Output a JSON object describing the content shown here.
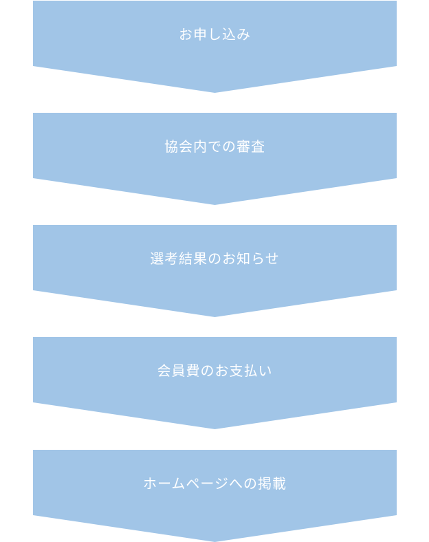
{
  "steps": [
    {
      "label": "お申し込み"
    },
    {
      "label": "協会内での審査"
    },
    {
      "label": "選考結果のお知らせ"
    },
    {
      "label": "会員費のお支払い"
    },
    {
      "label": "ホームページへの掲載"
    }
  ],
  "colors": {
    "arrow_fill": "#a1c5e7",
    "label_text": "#ffffff",
    "background": "#ffffff"
  }
}
